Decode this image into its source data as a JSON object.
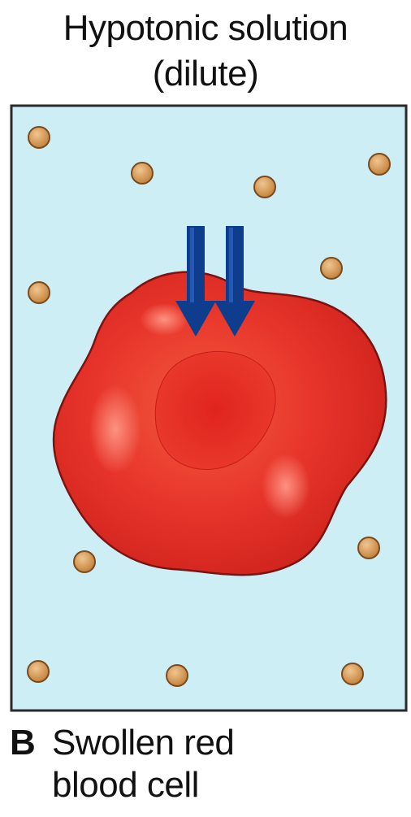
{
  "title": {
    "line1": "Hypotonic solution",
    "line2": "(dilute)"
  },
  "caption": {
    "letter": "B",
    "line1": "Swollen red",
    "line2": "blood cell"
  },
  "colors": {
    "solution": "#cdeef5",
    "border": "#2a2a2a",
    "cell_outer": "#e8352b",
    "cell_inner": "#d8201c",
    "cell_outline": "#7a1410",
    "solute": "#d49b55",
    "arrow": "#0d3d8c"
  },
  "icons": {
    "solute_particle": "solute-particle",
    "water_arrow": "water-influx-arrow",
    "cell": "swollen-red-blood-cell"
  }
}
